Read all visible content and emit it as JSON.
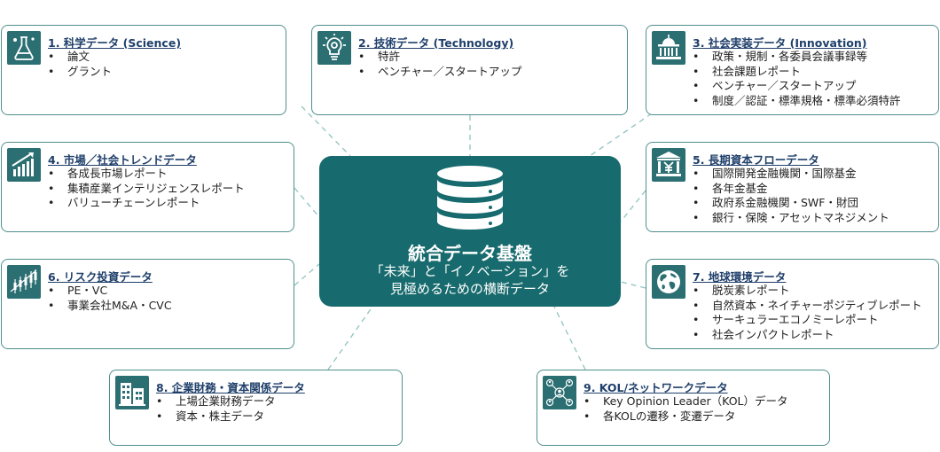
{
  "hub": {
    "title": "統合データ基盤",
    "subtitle_line1": "「未来」と「イノベーション」を",
    "subtitle_line2": "見極めるための横断データ",
    "icon": "database-icon"
  },
  "colors": {
    "accent": "#176a6d",
    "border": "#4f8f8c",
    "title": "#1f3f6a",
    "connector": "#8fc3bf"
  },
  "categories": [
    {
      "title": "1. 科学データ (Science)",
      "icon": "flask-icon",
      "items": [
        "論文",
        "グラント"
      ]
    },
    {
      "title": "2. 技術データ (Technology)",
      "icon": "lightbulb-gear-icon",
      "items": [
        "特許",
        "ベンチャー／スタートアップ"
      ]
    },
    {
      "title": "3. 社会実装データ (Innovation)",
      "icon": "capitol-icon",
      "items": [
        "政策・規制・各委員会議事録等",
        "社会課題レポート",
        "ベンチャー／スタートアップ",
        "制度／認証・標準規格・標準必須特許"
      ]
    },
    {
      "title": "4. 市場／社会トレンドデータ",
      "icon": "growth-chart-icon",
      "items": [
        "各成長市場レポート",
        "集積産業インテリジェンスレポート",
        "バリューチェーンレポート"
      ]
    },
    {
      "title": "5. 長期資本フローデータ",
      "icon": "bank-yen-icon",
      "items": [
        "国際開発金融機関・国際基金",
        "各年金基金",
        "政府系金融機関・SWF・財団",
        "銀行・保険・アセットマネジメント"
      ]
    },
    {
      "title": "6. リスク投資データ",
      "icon": "candlestick-icon",
      "items": [
        "PE・VC",
        "事業会社M&A・CVC"
      ]
    },
    {
      "title": "7. 地球環境データ",
      "icon": "globe-icon",
      "items": [
        "脱炭素レポート",
        "自然資本・ネイチャーポジティブレポート",
        "サーキュラーエコノミーレポート",
        "社会インパクトレポート"
      ]
    },
    {
      "title": "8. 企業財務・資本関係データ",
      "icon": "buildings-icon",
      "items": [
        "上場企業財務データ",
        "資本・株主データ"
      ]
    },
    {
      "title": "9. KOL/ネットワークデータ",
      "icon": "network-people-icon",
      "items": [
        "Key Opinion Leader（KOL）データ",
        "各KOLの遷移・変遷データ"
      ]
    }
  ]
}
